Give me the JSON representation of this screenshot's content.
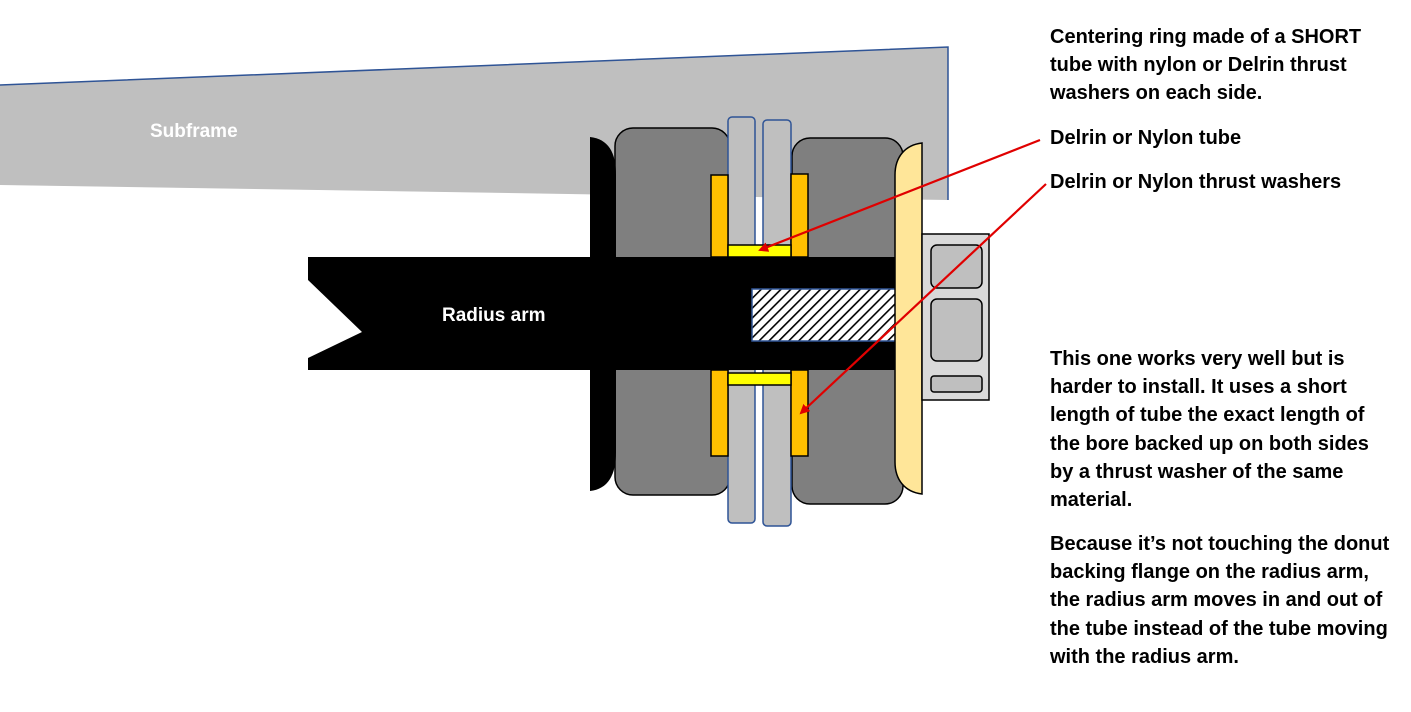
{
  "diagram": {
    "subframe_label": "Subframe",
    "radius_arm_label": "Radius arm"
  },
  "annotations": {
    "centering_ring": "Centering ring made of a SHORT tube with nylon or Delrin thrust washers on each side.",
    "tube": "Delrin or Nylon tube",
    "thrust_washers": "Delrin or Nylon thrust washers"
  },
  "description": {
    "paragraph_1": "This one works very well but is harder to install. It uses a short length of tube the exact length of the bore backed up on both sides by a thrust washer of the same material.",
    "paragraph_2": "Because it’s not touching the donut backing flange on the radius arm, the radius arm moves in and out of the tube instead of the tube moving with the radius arm."
  },
  "colors": {
    "subframe": "#bfbfbf",
    "subframe_edge": "#2f5496",
    "bushing": "#7f7f7f",
    "plate": "#bfbfbf",
    "washer": "#ffc000",
    "tube": "#ffff00",
    "backing": "#ffe699",
    "arrow": "#e00000"
  }
}
